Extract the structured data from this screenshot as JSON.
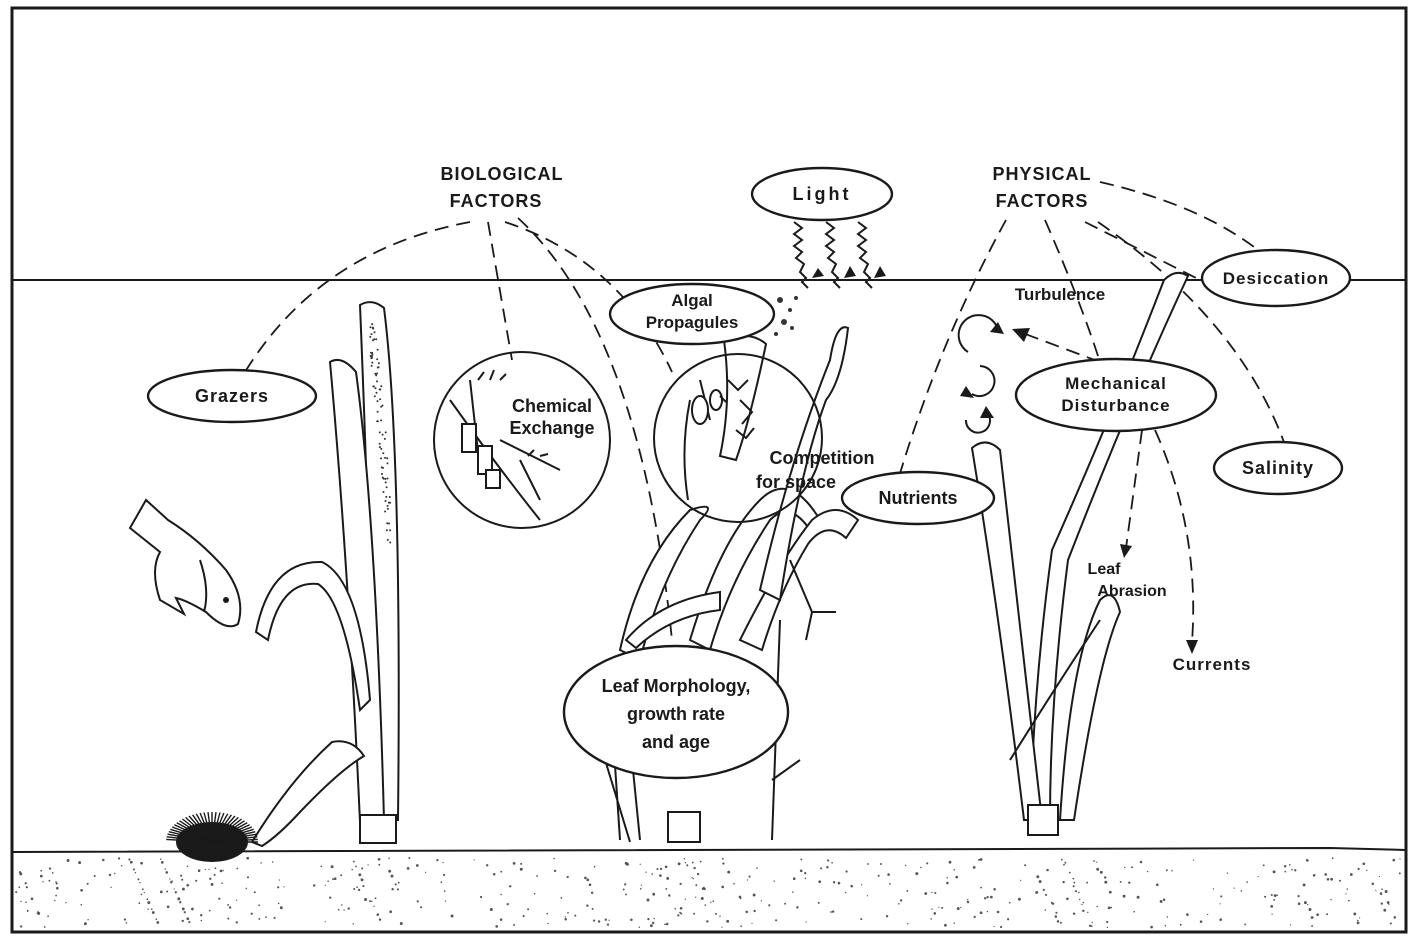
{
  "labels": {
    "biological_line1": "BIOLOGICAL",
    "biological_line2": "FACTORS",
    "physical_line1": "PHYSICAL",
    "physical_line2": "FACTORS",
    "light": "Light",
    "grazers": "Grazers",
    "chemical_line1": "Chemical",
    "chemical_line2": "Exchange",
    "algal_line1": "Algal",
    "algal_line2": "Propagules",
    "competition_line1": "Competition",
    "competition_line2": "for space",
    "nutrients": "Nutrients",
    "turbulence": "Turbulence",
    "desiccation": "Desiccation",
    "mechanical_line1": "Mechanical",
    "mechanical_line2": "Disturbance",
    "salinity": "Salinity",
    "leaf_abrasion_line1": "Leaf",
    "leaf_abrasion_line2": "Abrasion",
    "currents": "Currents",
    "morphology_line1": "Leaf Morphology,",
    "morphology_line2": "growth rate",
    "morphology_line3": "and age"
  },
  "colors": {
    "ink": "#1a1a1a",
    "background": "#ffffff"
  }
}
